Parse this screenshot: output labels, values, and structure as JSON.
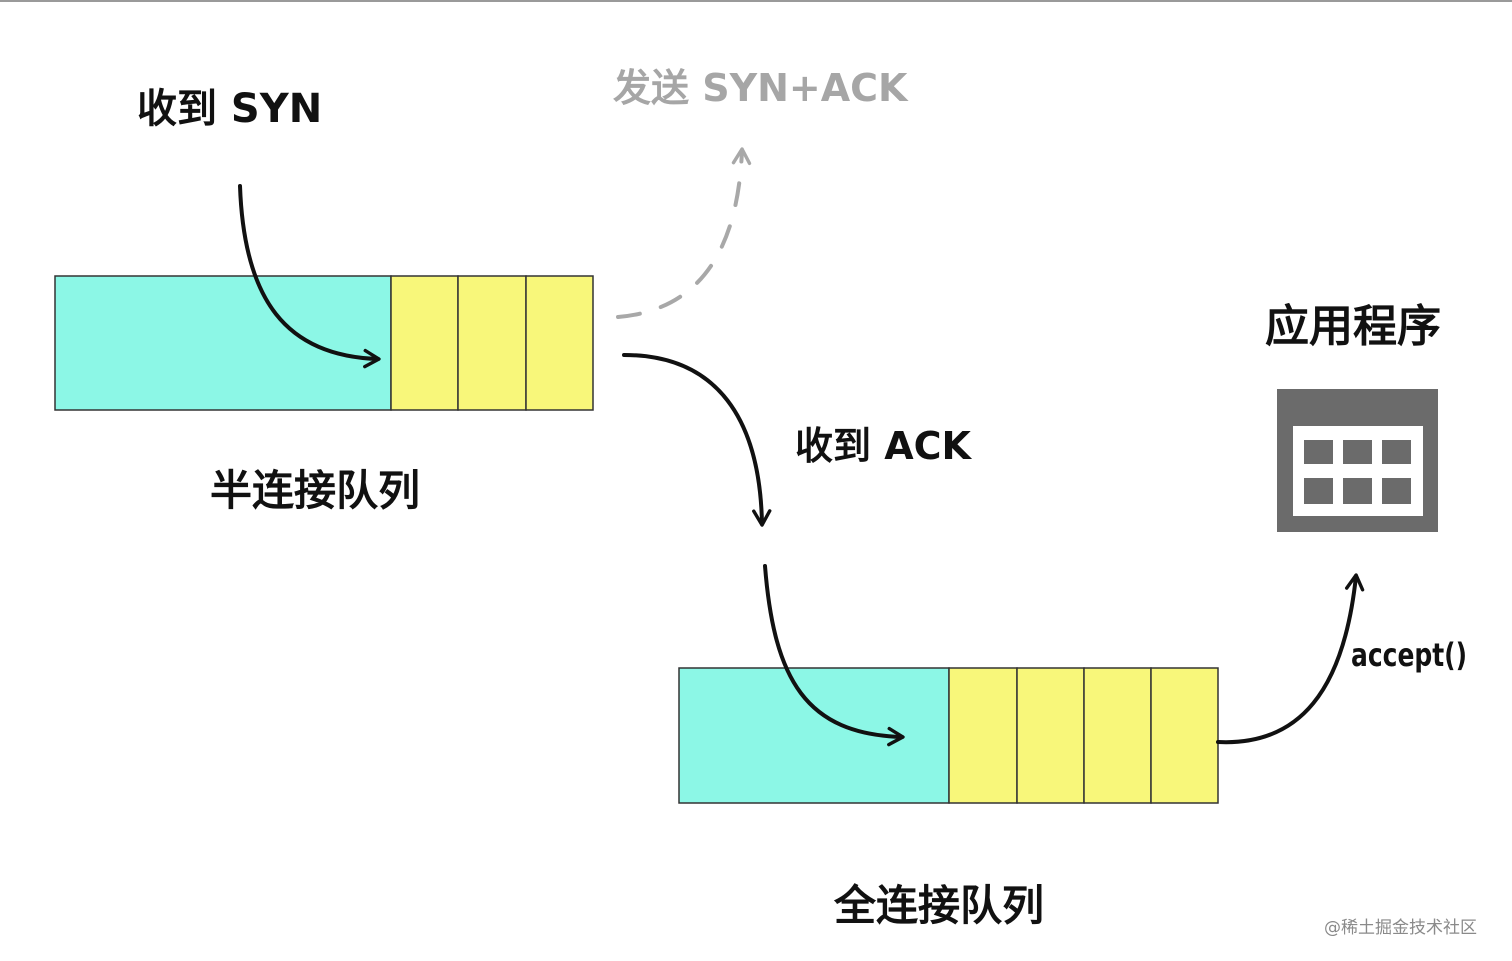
{
  "labels": {
    "recv_syn": "收到 SYN",
    "send_synack": "发送 SYN+ACK",
    "recv_ack": "收到 ACK",
    "app": "应用程序",
    "half_queue": "半连接队列",
    "full_queue": "全连接队列",
    "accept": "accept()",
    "watermark": "@稀土掘金技术社区"
  },
  "colors": {
    "queue_filled": "#8cf7e6",
    "queue_slot": "#f8f77a",
    "queue_border": "#333333",
    "arrow": "#111111",
    "arrow_dashed": "#a8a8a8",
    "label_muted": "#a6a6a6",
    "app_icon": "#6b6b6b",
    "watermark": "#8a8a8a"
  },
  "icons": {
    "app": "application-window-icon"
  }
}
